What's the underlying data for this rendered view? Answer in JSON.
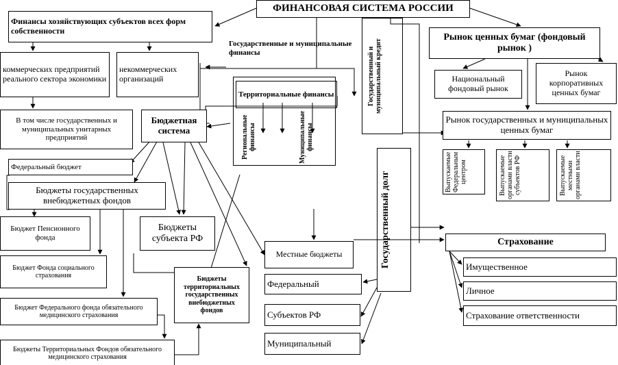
{
  "title": "ФИНАНСОВАЯ СИСТЕМА РОССИИ",
  "enterprise_finance": {
    "title": "Финансы хозяйствующих субъектов всех форм собственности",
    "commercial": "коммерческих предприятий реального сектора экономики",
    "noncommercial": "некоммерческих организаций",
    "unitary": "В том числе государственных и муниципальных унитарных предприятий"
  },
  "public_finance": {
    "title": "Государственные и муниципальные финансы",
    "territorial": "Территориальные финансы",
    "regional": "Региональные финансы",
    "municipal": "Муниципальные финансы",
    "credit": "Государственный и муниципальный кредит"
  },
  "budget_system": {
    "title": "Бюджетная система",
    "federal": "Федеральный бюджет",
    "extrabudgetary": "Бюджеты государственных внебюджетных фондов",
    "pension": "Бюджет Пенсионного фонда",
    "social": "Бюджет Фонда социального страхования",
    "federal_medical": "Бюджет Федерального фонда обязательного медицинского страхования",
    "territorial_medical": "Бюджеты Территориальных Фондов обязательного медицинского страхования",
    "subject": "Бюджеты субъекта РФ",
    "territorial_extrabudgetary": "Бюджеты территориальных государственных внебюджетных фондов",
    "local": "Местные бюджеты"
  },
  "state_debt": {
    "title": "Государственный долг",
    "federal": "Федеральный",
    "subjects": "Субъектов РФ",
    "municipal": "Муниципальный"
  },
  "securities": {
    "title": "Рынок ценных бумаг (фондовый рынок )",
    "national": "Национальный фондовый рынок",
    "corporate": "Рынок корпоративных ценных бумаг",
    "government": "Рынок государственных и муниципальных ценных бумаг",
    "by_federal_center": "Выпускаемые Федеральным центром",
    "by_regional_authorities": "Выпускаемые органами власти субъектов РФ",
    "by_local_authorities": "Выпускаемые местными органами власти"
  },
  "insurance": {
    "title": "Страхование",
    "property": "Имущественное",
    "personal": "Личное",
    "liability": "Страхование ответственности"
  }
}
